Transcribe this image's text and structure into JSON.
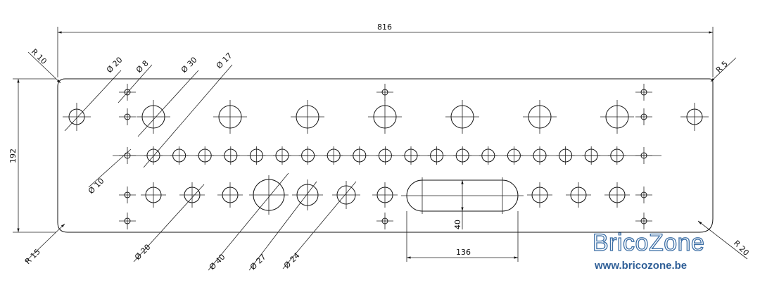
{
  "drawing": {
    "overall_width": "816",
    "height": "192",
    "corner_top_left": "R 10",
    "corner_top_right": "R 5",
    "corner_bottom_left": "R 15",
    "corner_bottom_right": "R 20",
    "slot_width": "136",
    "slot_height": "40",
    "dia_20_top": "Ø 20",
    "dia_8": "Ø 8",
    "dia_30": "Ø 30",
    "dia_17": "Ø 17",
    "dia_10": "Ø 10",
    "dia_20_bottom": "Ø 20",
    "dia_40": "Ø 40",
    "dia_27": "Ø 27",
    "dia_24": "Ø 24"
  },
  "watermark": {
    "brand": "BricoZone",
    "url": "www.bricozone.be",
    "color": "#3b6ea5"
  }
}
